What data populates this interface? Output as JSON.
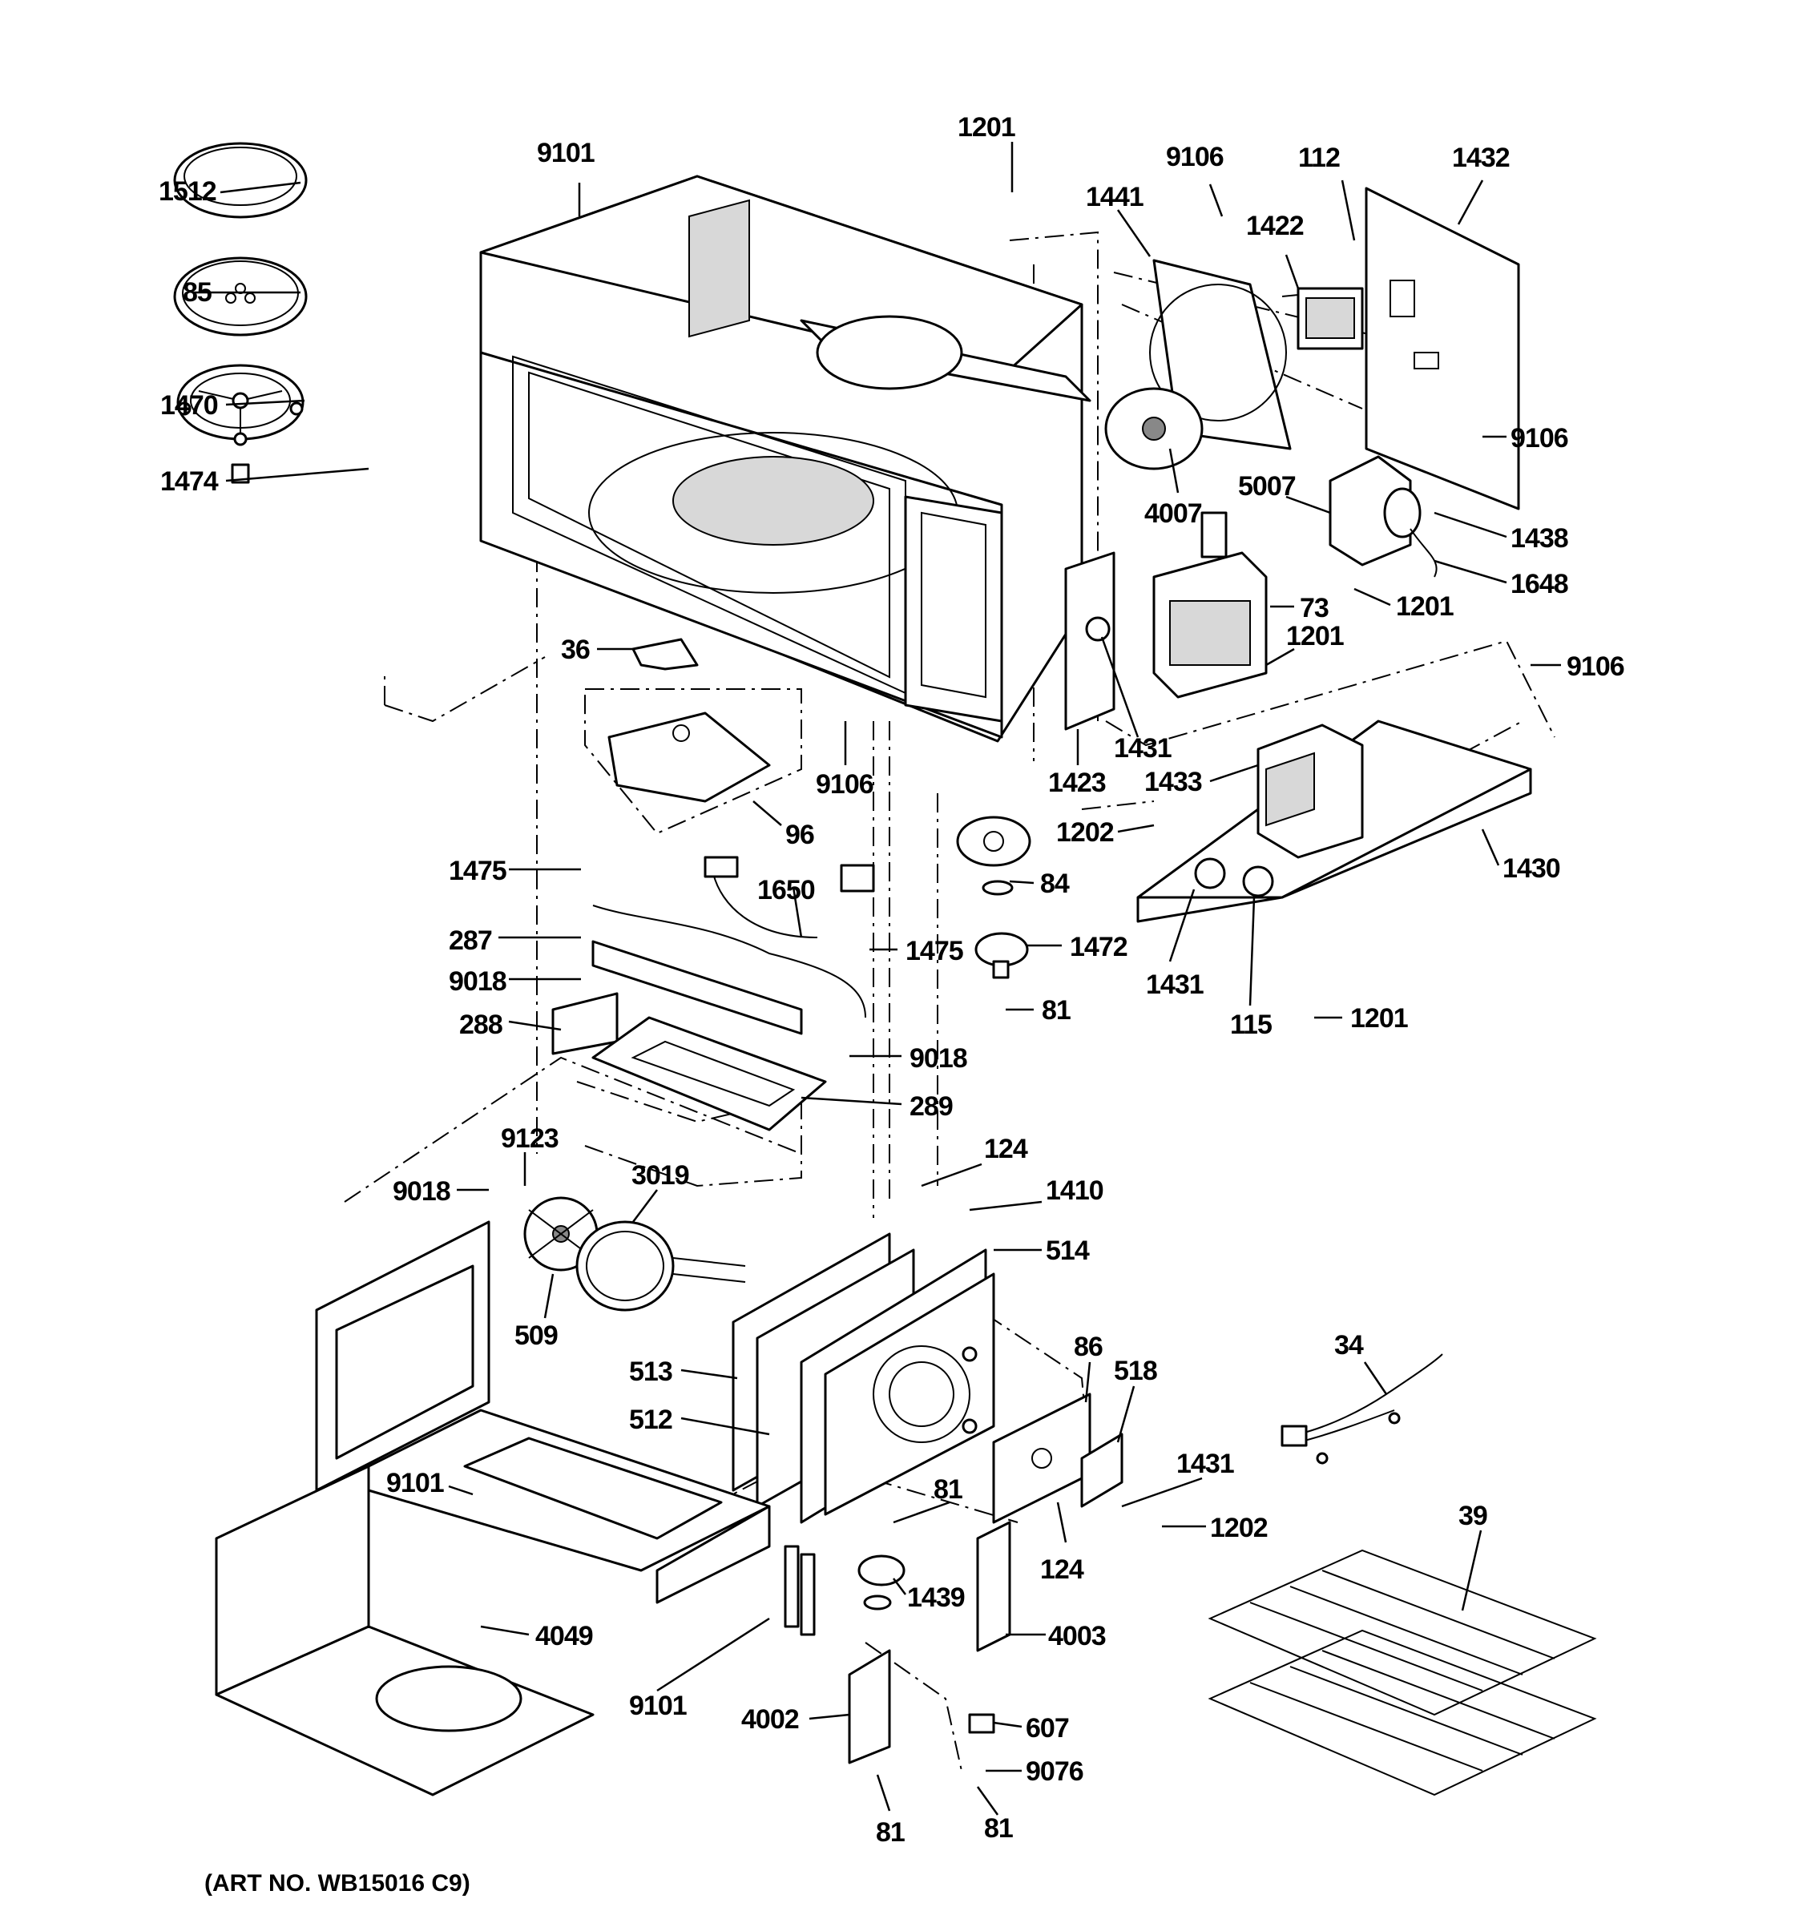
{
  "caption": "(ART NO. WB15016 C9)",
  "labels": {
    "p1512": "1512",
    "p85": "85",
    "p1470": "1470",
    "p1474": "1474",
    "p9101_top": "9101",
    "p1201_top": "1201",
    "p9106_top": "9106",
    "p1441": "1441",
    "p112": "112",
    "p1422": "1422",
    "p1432": "1432",
    "p9106_r1": "9106",
    "p4007": "4007",
    "p5007": "5007",
    "p1438": "1438",
    "p1648": "1648",
    "p1201_r1": "1201",
    "p73": "73",
    "p1201_r2": "1201",
    "p9106_r2": "9106",
    "p36": "36",
    "p1431_a": "1431",
    "p1423": "1423",
    "p1433": "1433",
    "p9106_mid": "9106",
    "p96": "96",
    "p1202_a": "1202",
    "p1430": "1430",
    "p84": "84",
    "p1475_a": "1475",
    "p1650": "1650",
    "p287": "287",
    "p1475_b": "1475",
    "p1472": "1472",
    "p9018_a": "9018",
    "p81_a": "81",
    "p1431_b": "1431",
    "p115": "115",
    "p1201_r3": "1201",
    "p288": "288",
    "p9018_b": "9018",
    "p289": "289",
    "p9123": "9123",
    "p3019": "3019",
    "p124_a": "124",
    "p1410": "1410",
    "p9018_c": "9018",
    "p514": "514",
    "p509": "509",
    "p86": "86",
    "p34": "34",
    "p518": "518",
    "p513": "513",
    "p512": "512",
    "p1431_c": "1431",
    "p9101_b": "9101",
    "p81_b": "81",
    "p1202_b": "1202",
    "p124_b": "124",
    "p39": "39",
    "p1439": "1439",
    "p4049": "4049",
    "p4003": "4003",
    "p9101_c": "9101",
    "p4002": "4002",
    "p607": "607",
    "p9076": "9076",
    "p81_c": "81",
    "p81_d": "81"
  }
}
